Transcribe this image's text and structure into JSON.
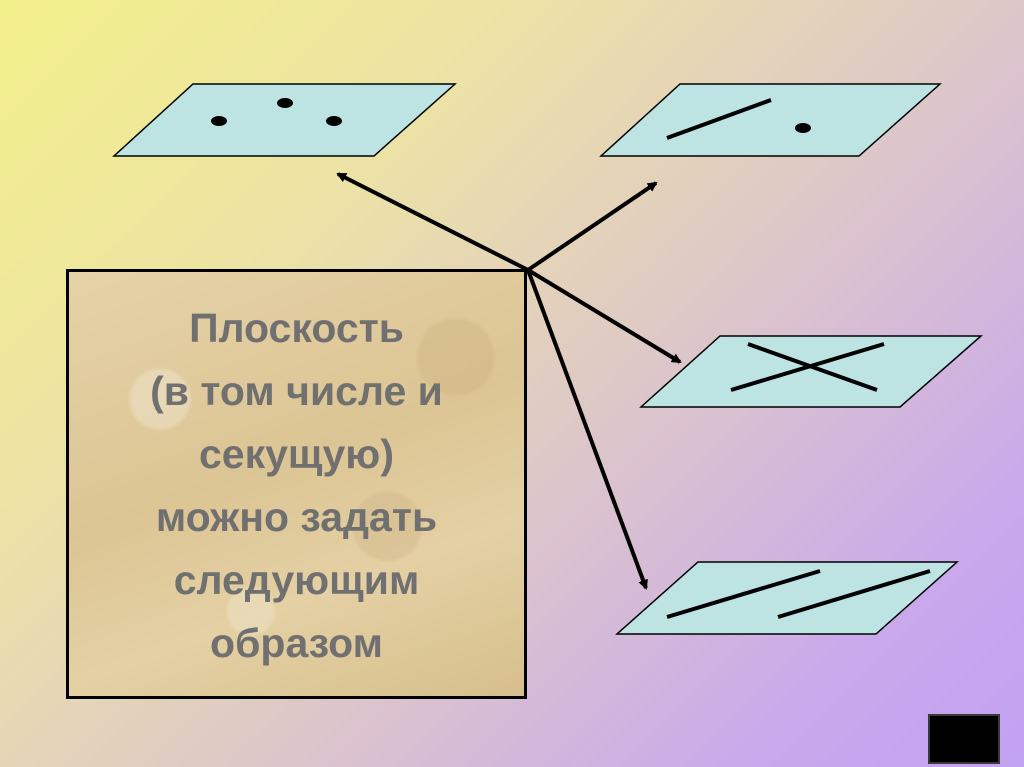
{
  "slide": {
    "text": "Плоскость\n(в том числе и\nсекущую)\nможно задать\nследующим\nобразом"
  },
  "diagram": {
    "plane_fill": "#bde3e3",
    "plane_stroke": "#000000",
    "box_text_color": "#707070",
    "planes": [
      {
        "name": "plane-three-points",
        "content": "three points"
      },
      {
        "name": "plane-line-and-point",
        "content": "line and point"
      },
      {
        "name": "plane-intersecting-lines",
        "content": "two intersecting lines"
      },
      {
        "name": "plane-parallel-lines",
        "content": "two parallel lines"
      }
    ]
  },
  "navigation": {
    "next_button_icon": "square-button"
  }
}
